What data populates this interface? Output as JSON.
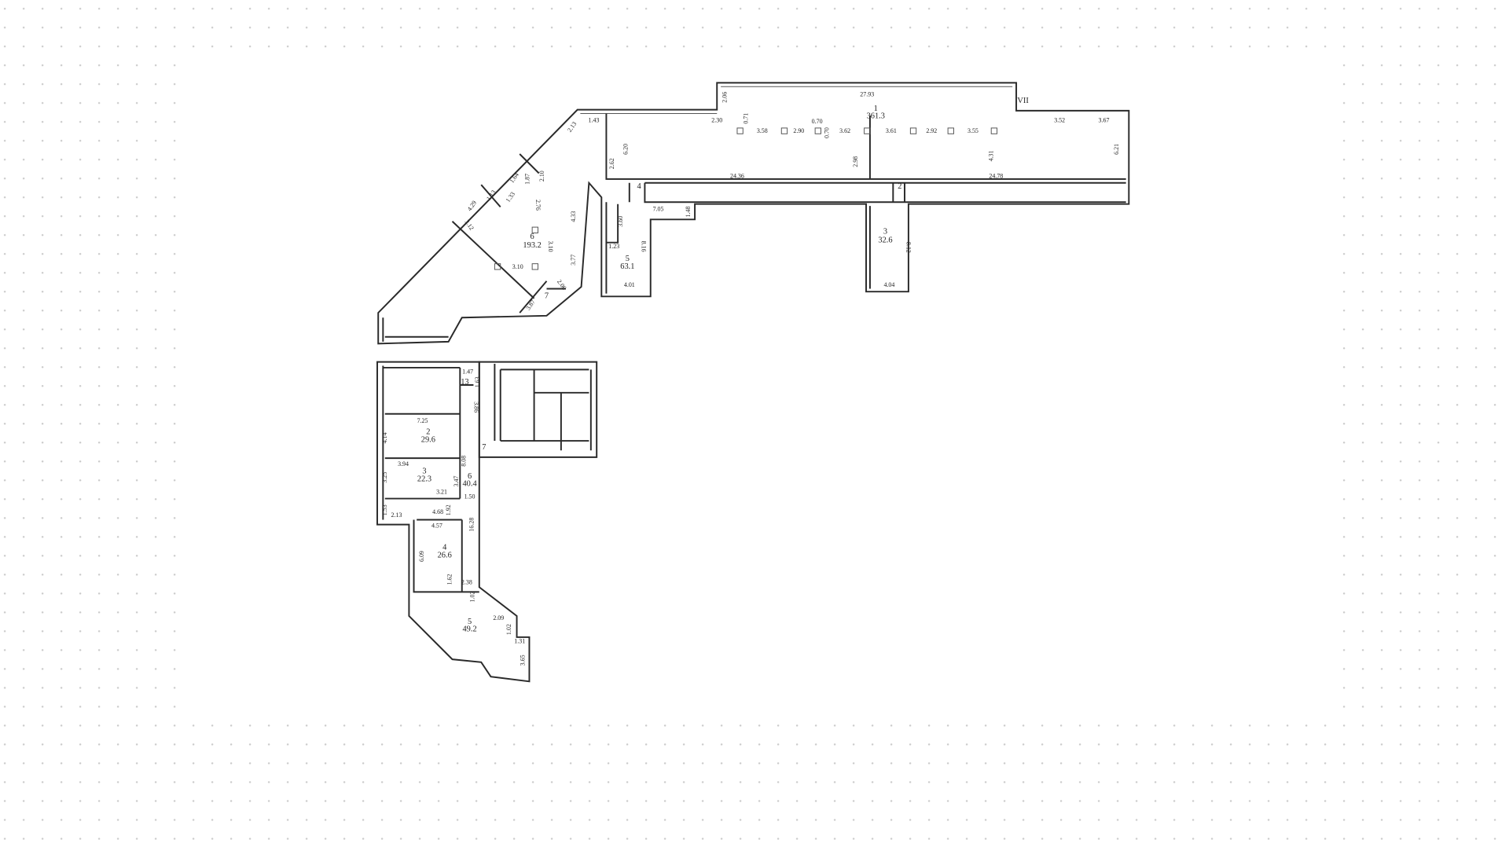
{
  "colors": {
    "background": "#ffffff",
    "walls": "#2a2a2a",
    "dots": "#c8c8c8"
  },
  "upper_plan": {
    "rooms": [
      {
        "number": "1",
        "area": "361.3"
      },
      {
        "number": "6",
        "area": "193.2"
      },
      {
        "number": "5",
        "area": "63.1"
      },
      {
        "number": "3",
        "area": "32.6"
      },
      {
        "number": "4",
        "area": ""
      },
      {
        "number": "2",
        "area": ""
      },
      {
        "number": "7",
        "area": ""
      }
    ],
    "marks": {
      "section": "VII"
    },
    "dimensions": [
      "27.93",
      "2.06",
      "0.71",
      "2.30",
      "1.43",
      "3.58",
      "2.90",
      "0.70",
      "0.70",
      "3.62",
      "3.61",
      "2.92",
      "3.55",
      "3.52",
      "3.67",
      "6.20",
      "2.62",
      "2.98",
      "4.31",
      "6.21",
      "24.36",
      "24.78",
      "2.13",
      "1.87",
      "1.64",
      "2.10",
      "1.13",
      "1.33",
      "4.29",
      "2.76",
      "3.12",
      "4.33",
      "3.10",
      "3.10",
      "3.77",
      "2.06",
      "3.87",
      "7.05",
      "1.48",
      "3.60",
      "1.23",
      "8.16",
      "4.01",
      "8.12",
      "4.04"
    ]
  },
  "lower_plan": {
    "rooms": [
      {
        "number": "13",
        "area": ""
      },
      {
        "number": "2",
        "area": "29.6"
      },
      {
        "number": "3",
        "area": "22.3"
      },
      {
        "number": "6",
        "area": "40.4"
      },
      {
        "number": "4",
        "area": "26.6"
      },
      {
        "number": "5",
        "area": "49.2"
      },
      {
        "number": "7",
        "area": ""
      }
    ],
    "dimensions": [
      "1.47",
      "1.63",
      "3.86",
      "7.25",
      "4.14",
      "8.08",
      "3.94",
      "3.47",
      "3.25",
      "3.21",
      "1.50",
      "4.68",
      "1.92",
      "1.53",
      "2.13",
      "4.57",
      "16.28",
      "6.09",
      "1.62",
      "2.38",
      "1.02",
      "2.09",
      "1.02",
      "1.31",
      "3.65"
    ]
  }
}
